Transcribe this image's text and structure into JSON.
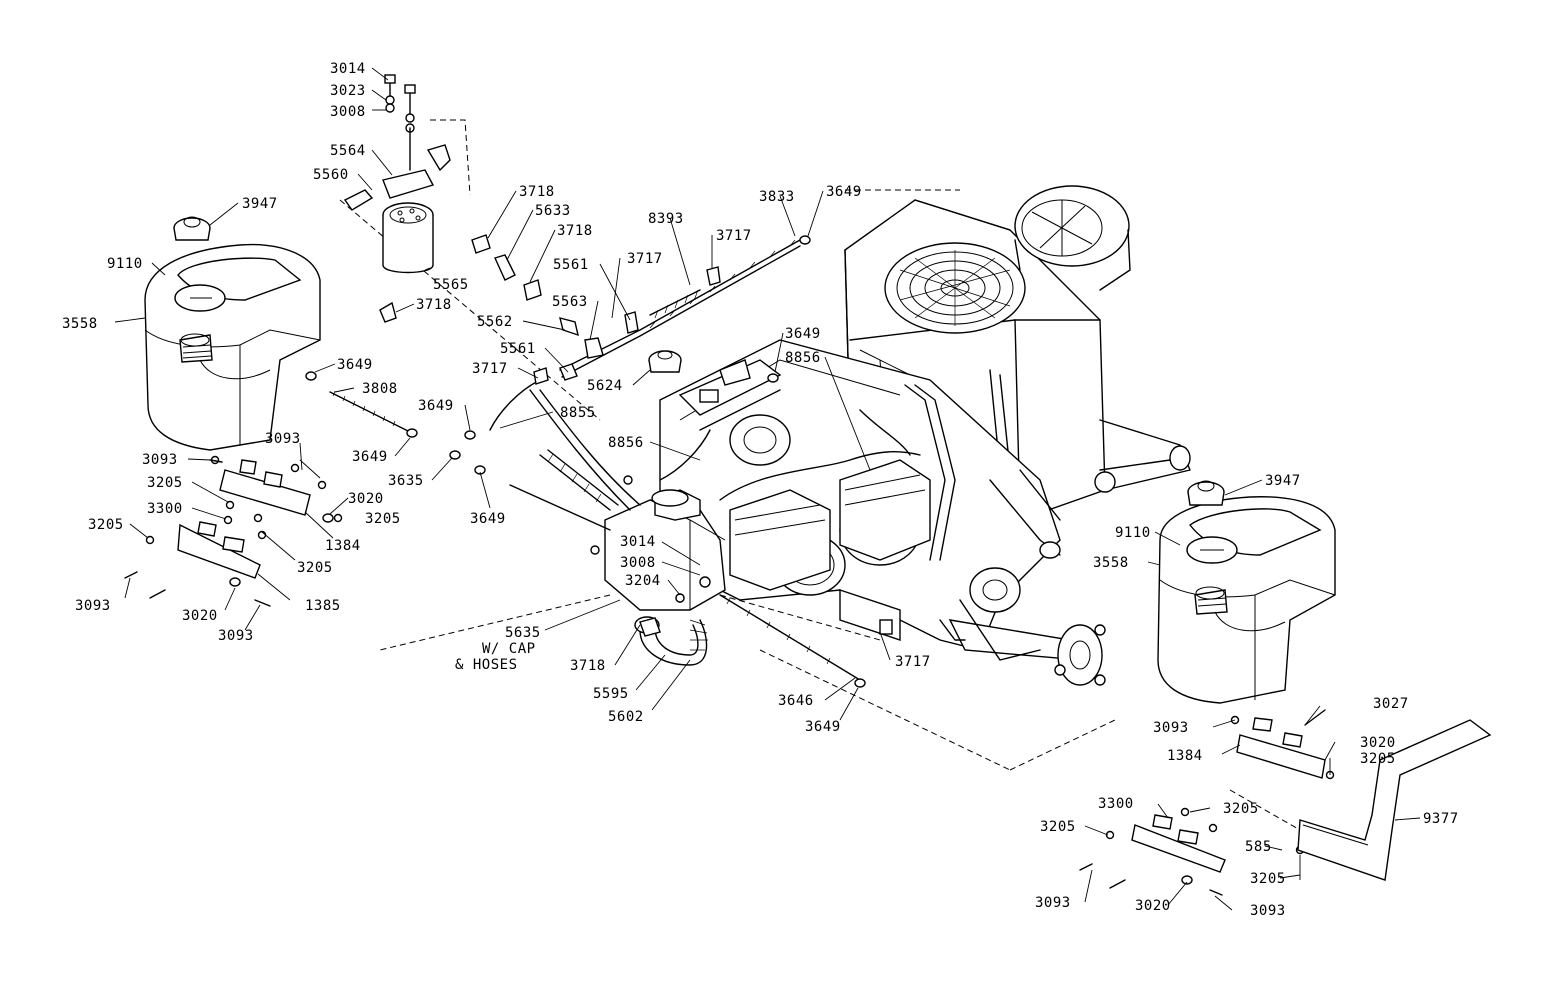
{
  "labels": {
    "l3014a": "3014",
    "l3023": "3023",
    "l3008a": "3008",
    "l5564": "5564",
    "l5560": "5560",
    "l3947a": "3947",
    "l9110a": "9110",
    "l3558a": "3558",
    "l5565": "5565",
    "l3718a": "3718",
    "l5633": "5633",
    "l3718b": "3718",
    "l8393": "8393",
    "l3833": "3833",
    "l3649a": "3649",
    "l3717a": "3717",
    "l5561a": "5561",
    "l3717b": "3717",
    "l5563": "5563",
    "l5562": "5562",
    "l3718c": "3718",
    "l5561b": "5561",
    "l3717c": "3717",
    "l5624": "5624",
    "l3649b": "3649",
    "l8856a": "8856",
    "l3649c": "3649",
    "l3808": "3808",
    "l3649d": "3649",
    "l8855": "8855",
    "l8856b": "8856",
    "l3093a": "3093",
    "l3093b": "3093",
    "l3649e": "3649",
    "l3205a": "3205",
    "l3635": "3635",
    "l3300a": "3300",
    "l3020a": "3020",
    "l3205b": "3205",
    "l3205c": "3205",
    "l3649f": "3649",
    "l1384a": "1384",
    "l3205d": "3205",
    "l3014b": "3014",
    "l3008b": "3008",
    "l3204": "3204",
    "l3093c": "3093",
    "l1385": "1385",
    "l3020b": "3020",
    "l3093d": "3093",
    "l5635": "5635",
    "l5635b": "W/ CAP",
    "l5635c": "& HOSES",
    "l3718d": "3718",
    "l5595": "5595",
    "l5602": "5602",
    "l3717d": "3717",
    "l3646": "3646",
    "l3649g": "3649",
    "l3947b": "3947",
    "l9110b": "9110",
    "l3558b": "3558",
    "l3093e": "3093",
    "l3027": "3027",
    "l1384b": "1384",
    "l3020c": "3020",
    "l3205e": "3205",
    "l3300b": "3300",
    "l3205f": "3205",
    "l3205g": "3205",
    "l585": "585",
    "l9377": "9377",
    "l3205h": "3205",
    "l3093f": "3093",
    "l3020d": "3020",
    "l3093g": "3093"
  }
}
